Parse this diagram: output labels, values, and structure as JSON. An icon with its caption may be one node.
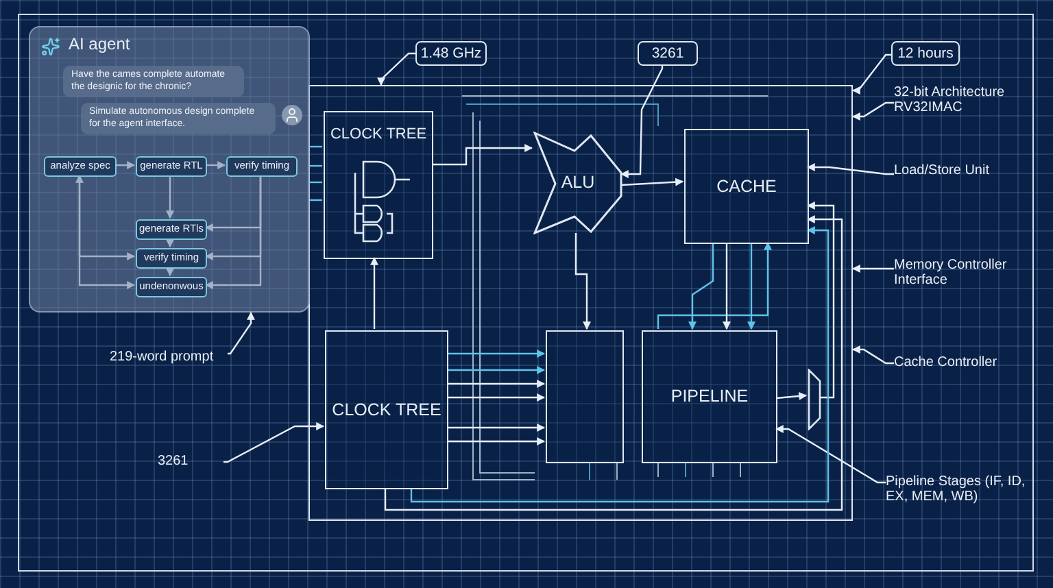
{
  "diagram": {
    "nodes": [
      {
        "text": [
          "AI agent"
        ]
      },
      {
        "text": [
          "Have the cames complete automate the designic for the chronic?"
        ],
        "in": 0
      },
      {
        "text": [
          "Simulate autonomous design complete for the agent interface."
        ],
        "in": 0
      },
      {
        "text": [
          "analyze spec"
        ],
        "in": 0
      },
      {
        "text": [
          "generate RTL"
        ],
        "in": 0
      },
      {
        "text": [
          "verify timing"
        ],
        "in": 0
      },
      {
        "text": [
          "generate RTls"
        ],
        "in": 0
      },
      {
        "text": [
          "verify timing"
        ],
        "in": 0
      },
      {
        "text": [
          "undenonwous"
        ],
        "in": 0
      },
      {
        "text": [
          "1.48 GHz"
        ]
      },
      {
        "text": [
          "3261"
        ]
      },
      {
        "text": [
          "12 hours"
        ]
      },
      {
        "text": [],
        "shape": "box"
      },
      {
        "text": [
          "CLOCK TREE"
        ],
        "in": 12
      },
      {
        "text": [
          "ALU"
        ],
        "in": 12
      },
      {
        "text": [
          "CACHE"
        ],
        "in": 12
      },
      {
        "text": [
          "CLOCK TREE"
        ],
        "in": 12
      },
      {
        "text": [],
        "shape": "box",
        "in": 12
      },
      {
        "text": [
          "PIPELINE"
        ],
        "in": 12
      },
      {
        "text": [],
        "shape": "trapezoid",
        "in": 12
      },
      {
        "text": [
          "32-bit Architecture RV32IMAC"
        ]
      },
      {
        "text": [
          "Load/Store Unit"
        ]
      },
      {
        "text": [
          "Memory Controller Interface"
        ]
      },
      {
        "text": [
          "Cache Controller"
        ]
      },
      {
        "text": [
          "219-word prompt"
        ]
      },
      {
        "text": [
          "3261"
        ]
      },
      {
        "text": [
          "Pipeline Stages (IF, ID, EX, MEM, WB)"
        ]
      }
    ],
    "edges": [
      {
        "from": 3,
        "to": 4,
        "arrow": "to"
      },
      {
        "from": 4,
        "to": 5,
        "arrow": "to"
      },
      {
        "from": 4,
        "to": 6,
        "arrow": "to"
      },
      {
        "from": 6,
        "to": 7,
        "arrow": "to"
      },
      {
        "from": 7,
        "to": 8,
        "arrow": "to"
      },
      {
        "from": 5,
        "to": 6,
        "arrow": "to"
      },
      {
        "from": 5,
        "to": 7,
        "arrow": "to"
      },
      {
        "from": 5,
        "to": 8,
        "arrow": "to"
      },
      {
        "from": 3,
        "to": 7,
        "arrow": "to"
      },
      {
        "from": 3,
        "to": 8,
        "arrow": "both"
      },
      {
        "from": 9,
        "to": 12,
        "arrow": "to"
      },
      {
        "from": 10,
        "to": 14,
        "arrow": "to"
      },
      {
        "from": 11,
        "to": 12,
        "arrow": "to"
      },
      {
        "from": 20,
        "to": 12,
        "arrow": "to"
      },
      {
        "from": 21,
        "to": 15,
        "arrow": "to"
      },
      {
        "from": 22,
        "to": 12,
        "arrow": "to"
      },
      {
        "from": 23,
        "to": 12,
        "arrow": "to"
      },
      {
        "from": 24,
        "to": 0,
        "arrow": "to"
      },
      {
        "from": 25,
        "to": 16,
        "arrow": "to"
      },
      {
        "from": 26,
        "to": 18,
        "arrow": "to"
      },
      {
        "from": 13,
        "to": 14,
        "arrow": "to"
      },
      {
        "from": 14,
        "to": 15,
        "arrow": "to"
      },
      {
        "from": 16,
        "to": 13,
        "arrow": "to"
      },
      {
        "from": 16,
        "to": 17,
        "arrow": "to"
      },
      {
        "from": 15,
        "to": 18,
        "arrow": "to",
        "color": "#5ec3e8"
      },
      {
        "from": 18,
        "to": 19,
        "arrow": "to"
      },
      {
        "from": 19,
        "to": 15,
        "arrow": "to"
      },
      {
        "from": 16,
        "to": 17,
        "arrow": "to",
        "color": "#5ec3e8"
      },
      {
        "from": 16,
        "to": 17,
        "arrow": "to",
        "color": "#5ec3e8"
      },
      {
        "from": 16,
        "to": 17,
        "arrow": "to"
      },
      {
        "from": 16,
        "to": 17,
        "arrow": "to"
      },
      {
        "from": 16,
        "to": 17,
        "arrow": "to"
      },
      {
        "from": 0,
        "to": 13,
        "arrow": "none",
        "color": "#5ec3e8"
      },
      {
        "from": 0,
        "to": 13,
        "arrow": "none",
        "color": "#5ec3e8"
      },
      {
        "from": 0,
        "to": 13,
        "arrow": "none",
        "color": "#5ec3e8"
      },
      {
        "from": 0,
        "to": 13,
        "arrow": "none",
        "color": "#5ec3e8"
      },
      {
        "from": 16,
        "to": 15,
        "arrow": "to"
      },
      {
        "from": 16,
        "to": 15,
        "arrow": "to",
        "color": "#5ec3e8"
      },
      {
        "from": 14,
        "to": 17,
        "arrow": "to"
      },
      {
        "from": 18,
        "to": 15,
        "arrow": "to",
        "color": "#5ec3e8"
      },
      {
        "from": 15,
        "to": 18,
        "arrow": "to"
      },
      {
        "from": 15,
        "to": 18,
        "arrow": "to",
        "color": "#5ec3e8"
      }
    ]
  }
}
